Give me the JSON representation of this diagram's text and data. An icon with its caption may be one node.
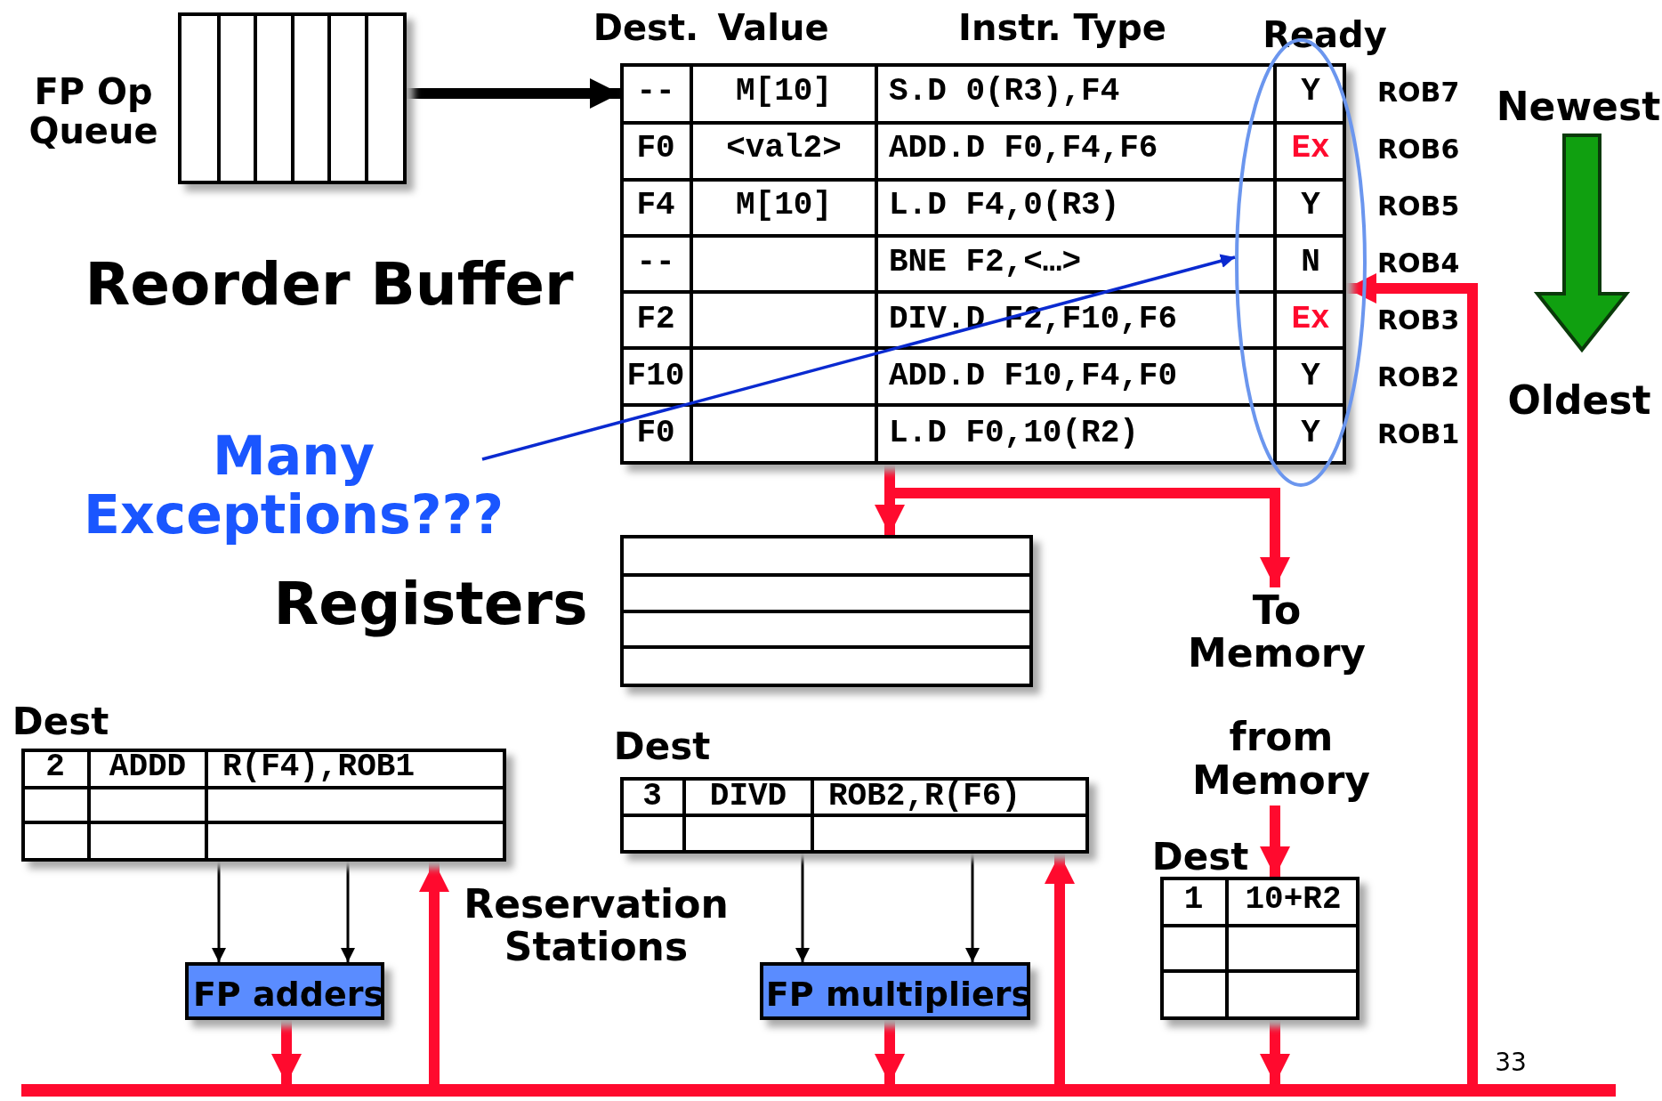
{
  "diagram": {
    "nodes": [
      {
        "text": [],
        "shape": "box",
        "beside": [
          "FP Op Queue"
        ]
      },
      {
        "text": [
          "Dest.",
          "Value",
          "Instr. Type",
          "Ready"
        ],
        "beside": [
          "Reorder Buffer",
          "ROB7",
          "ROB6",
          "ROB5",
          "ROB4",
          "ROB3",
          "ROB2",
          "ROB1"
        ]
      },
      {
        "text": [
          "Many Exceptions???"
        ]
      },
      {
        "text": [
          "Registers"
        ]
      },
      {
        "text": [
          "To Memory"
        ]
      },
      {
        "text": [
          "from Memory"
        ]
      },
      {
        "text": [
          "Dest"
        ]
      },
      {
        "text": [
          "Dest"
        ]
      },
      {
        "text": [
          "Dest"
        ]
      },
      {
        "text": [
          "FP adders"
        ]
      },
      {
        "text": [
          "FP multipliers"
        ]
      },
      {
        "text": [],
        "shape": "bar"
      }
    ],
    "edges": [
      {
        "from": 0,
        "to": 1,
        "arrow": "to",
        "color": "#000000"
      },
      {
        "from": 2,
        "to": 1,
        "arrow": "to",
        "color": "#0a2ad0"
      },
      {
        "from": 1,
        "to": 3,
        "arrow": "to"
      },
      {
        "from": 1,
        "to": 4,
        "arrow": "to"
      },
      {
        "from": 6,
        "to": 9,
        "arrow": "to",
        "color": "#000000"
      },
      {
        "from": 6,
        "to": 9,
        "arrow": "to",
        "color": "#000000"
      },
      {
        "from": 7,
        "to": 10,
        "arrow": "to",
        "color": "#000000"
      },
      {
        "from": 7,
        "to": 10,
        "arrow": "to",
        "color": "#000000"
      },
      {
        "from": 9,
        "to": 11,
        "arrow": "to"
      },
      {
        "from": 10,
        "to": 11,
        "arrow": "to"
      },
      {
        "from": 8,
        "to": 11,
        "arrow": "to"
      },
      {
        "from": 11,
        "to": 6,
        "arrow": "to"
      },
      {
        "from": 11,
        "to": 7,
        "arrow": "to"
      },
      {
        "from": 11,
        "to": 1,
        "arrow": "to"
      },
      {
        "from": 5,
        "to": 8,
        "arrow": "to"
      }
    ],
    "labels": [
      "--",
      "M[10]",
      "S.D 0(R3),F4",
      "Y",
      "F0",
      "<val2>",
      "ADD.D F0,F4,F6",
      "Ex",
      "F4",
      "M[10]",
      "L.D F4,0(R3)",
      "Y",
      "--",
      "BNE F2,<…>",
      "N",
      "F2",
      "DIV.D F2,F10,F6",
      "Ex",
      "F10",
      "ADD.D F10,F4,F0",
      "Y",
      "F0",
      "L.D F0,10(R2)",
      "Y",
      "Newest",
      "Oldest",
      "Reservation Stations",
      "2",
      "ADDD",
      "R(F4),ROB1",
      "3",
      "DIVD",
      "ROB2,R(F6)",
      "1",
      "10+R2",
      "33"
    ]
  }
}
